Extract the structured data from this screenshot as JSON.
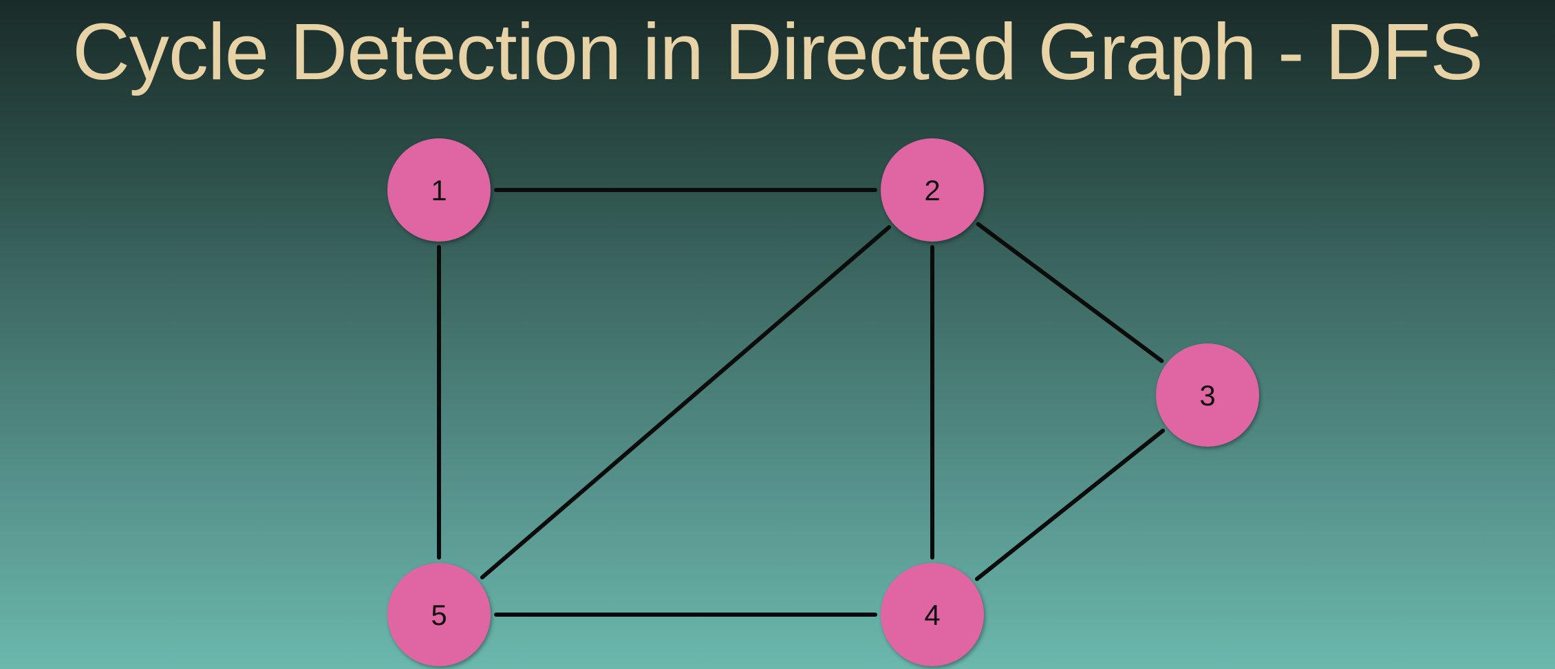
{
  "title": "Cycle Detection in Directed Graph - DFS",
  "colors": {
    "title": "#e8d3a6",
    "node_fill": "#df66a3",
    "edge": "#0b0b0b"
  },
  "graph": {
    "nodes": [
      {
        "id": "1",
        "label": "1"
      },
      {
        "id": "2",
        "label": "2"
      },
      {
        "id": "3",
        "label": "3"
      },
      {
        "id": "4",
        "label": "4"
      },
      {
        "id": "5",
        "label": "5"
      }
    ],
    "edges": [
      {
        "from": "1",
        "to": "2"
      },
      {
        "from": "1",
        "to": "5"
      },
      {
        "from": "2",
        "to": "5"
      },
      {
        "from": "2",
        "to": "4"
      },
      {
        "from": "2",
        "to": "3"
      },
      {
        "from": "3",
        "to": "4"
      },
      {
        "from": "5",
        "to": "4"
      }
    ]
  }
}
